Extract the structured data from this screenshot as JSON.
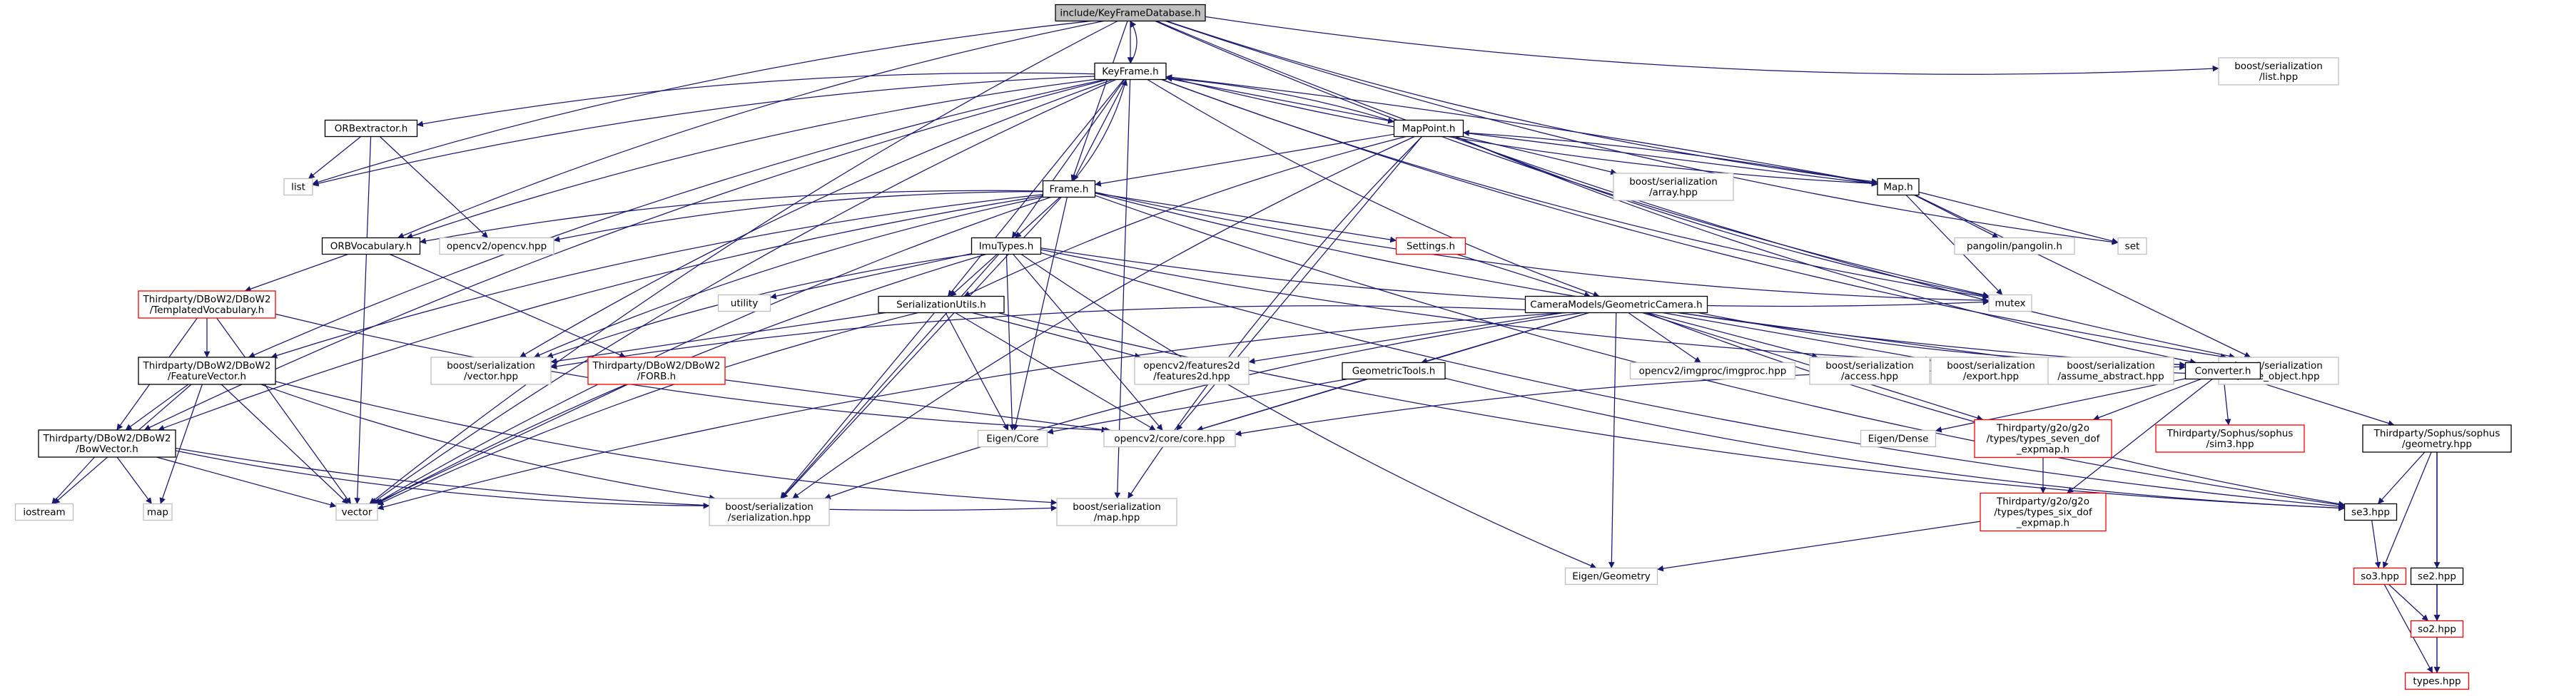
{
  "colors": {
    "edge": "#191970",
    "border_default": "#000000",
    "border_external": "#bfbfbf",
    "border_truncated": "#ff0000",
    "fill_root": "#bfbfbf",
    "fill_default": "#ffffff"
  },
  "nodes": [
    {
      "id": "root",
      "lines": [
        "include/KeyFrameDatabase.h"
      ],
      "kind": "root"
    },
    {
      "id": "keyframe",
      "lines": [
        "KeyFrame.h"
      ],
      "kind": "default"
    },
    {
      "id": "list_hpp",
      "lines": [
        "boost/serialization",
        "/list.hpp"
      ],
      "kind": "external"
    },
    {
      "id": "orbextractor",
      "lines": [
        "ORBextractor.h"
      ],
      "kind": "default"
    },
    {
      "id": "list",
      "lines": [
        "list"
      ],
      "kind": "external"
    },
    {
      "id": "mappoint",
      "lines": [
        "MapPoint.h"
      ],
      "kind": "default"
    },
    {
      "id": "array_hpp",
      "lines": [
        "boost/serialization",
        "/array.hpp"
      ],
      "kind": "external"
    },
    {
      "id": "map_h",
      "lines": [
        "Map.h"
      ],
      "kind": "default"
    },
    {
      "id": "pangolin",
      "lines": [
        "pangolin/pangolin.h"
      ],
      "kind": "external"
    },
    {
      "id": "set",
      "lines": [
        "set"
      ],
      "kind": "external"
    },
    {
      "id": "frame",
      "lines": [
        "Frame.h"
      ],
      "kind": "default"
    },
    {
      "id": "orbvocab",
      "lines": [
        "ORBVocabulary.h"
      ],
      "kind": "default"
    },
    {
      "id": "opencv",
      "lines": [
        "opencv2/opencv.hpp"
      ],
      "kind": "external"
    },
    {
      "id": "settings",
      "lines": [
        "Settings.h"
      ],
      "kind": "truncated"
    },
    {
      "id": "imutypes",
      "lines": [
        "ImuTypes.h"
      ],
      "kind": "default"
    },
    {
      "id": "mutex",
      "lines": [
        "mutex"
      ],
      "kind": "external"
    },
    {
      "id": "utility",
      "lines": [
        "utility"
      ],
      "kind": "external"
    },
    {
      "id": "templvocab",
      "lines": [
        "Thirdparty/DBoW2/DBoW2",
        "/TemplatedVocabulary.h"
      ],
      "kind": "truncated"
    },
    {
      "id": "serutils",
      "lines": [
        "SerializationUtils.h"
      ],
      "kind": "default"
    },
    {
      "id": "cammodels",
      "lines": [
        "CameraModels/GeometricCamera.h"
      ],
      "kind": "default"
    },
    {
      "id": "featvector",
      "lines": [
        "Thirdparty/DBoW2/DBoW2",
        "/FeatureVector.h"
      ],
      "kind": "default"
    },
    {
      "id": "vector_hpp",
      "lines": [
        "boost/serialization",
        "/vector.hpp"
      ],
      "kind": "external"
    },
    {
      "id": "forb",
      "lines": [
        "Thirdparty/DBoW2/DBoW2",
        "/FORB.h"
      ],
      "kind": "truncated"
    },
    {
      "id": "features2d",
      "lines": [
        "opencv2/features2d",
        "/features2d.hpp"
      ],
      "kind": "external"
    },
    {
      "id": "geomtools",
      "lines": [
        "GeometricTools.h"
      ],
      "kind": "default"
    },
    {
      "id": "imgproc",
      "lines": [
        "opencv2/imgproc/imgproc.hpp"
      ],
      "kind": "external"
    },
    {
      "id": "access",
      "lines": [
        "boost/serialization",
        "/access.hpp"
      ],
      "kind": "external"
    },
    {
      "id": "export",
      "lines": [
        "boost/serialization",
        "/export.hpp"
      ],
      "kind": "external"
    },
    {
      "id": "assume",
      "lines": [
        "boost/serialization",
        "/assume_abstract.hpp"
      ],
      "kind": "external"
    },
    {
      "id": "base_object",
      "lines": [
        "boost/serialization",
        "/base_object.hpp"
      ],
      "kind": "external"
    },
    {
      "id": "converter",
      "lines": [
        "Converter.h"
      ],
      "kind": "default"
    },
    {
      "id": "bowvector",
      "lines": [
        "Thirdparty/DBoW2/DBoW2",
        "/BowVector.h"
      ],
      "kind": "default"
    },
    {
      "id": "eigencore",
      "lines": [
        "Eigen/Core"
      ],
      "kind": "external"
    },
    {
      "id": "cvcore",
      "lines": [
        "opencv2/core/core.hpp"
      ],
      "kind": "external"
    },
    {
      "id": "eigendense",
      "lines": [
        "Eigen/Dense"
      ],
      "kind": "external"
    },
    {
      "id": "sevendof",
      "lines": [
        "Thirdparty/g2o/g2o",
        "/types/types_seven_dof",
        "_expmap.h"
      ],
      "kind": "truncated"
    },
    {
      "id": "sim3",
      "lines": [
        "Thirdparty/Sophus/sophus",
        "/sim3.hpp"
      ],
      "kind": "truncated"
    },
    {
      "id": "geometry",
      "lines": [
        "Thirdparty/Sophus/sophus",
        "/geometry.hpp"
      ],
      "kind": "default"
    },
    {
      "id": "iostream",
      "lines": [
        "iostream"
      ],
      "kind": "external"
    },
    {
      "id": "map",
      "lines": [
        "map"
      ],
      "kind": "external"
    },
    {
      "id": "vector",
      "lines": [
        "vector"
      ],
      "kind": "external"
    },
    {
      "id": "serialization",
      "lines": [
        "boost/serialization",
        "/serialization.hpp"
      ],
      "kind": "external"
    },
    {
      "id": "map_hpp",
      "lines": [
        "boost/serialization",
        "/map.hpp"
      ],
      "kind": "external"
    },
    {
      "id": "sixdof",
      "lines": [
        "Thirdparty/g2o/g2o",
        "/types/types_six_dof",
        "_expmap.h"
      ],
      "kind": "truncated"
    },
    {
      "id": "se3",
      "lines": [
        "se3.hpp"
      ],
      "kind": "default"
    },
    {
      "id": "so3",
      "lines": [
        "so3.hpp"
      ],
      "kind": "truncated"
    },
    {
      "id": "se2",
      "lines": [
        "se2.hpp"
      ],
      "kind": "default"
    },
    {
      "id": "eigengeom",
      "lines": [
        "Eigen/Geometry"
      ],
      "kind": "external"
    },
    {
      "id": "so2",
      "lines": [
        "so2.hpp"
      ],
      "kind": "truncated"
    },
    {
      "id": "types",
      "lines": [
        "types.hpp"
      ],
      "kind": "truncated"
    }
  ],
  "edges": [
    [
      "root",
      "keyframe"
    ],
    [
      "root",
      "list_hpp"
    ],
    [
      "root",
      "list"
    ],
    [
      "root",
      "map_h"
    ],
    [
      "root",
      "set"
    ],
    [
      "root",
      "frame"
    ],
    [
      "root",
      "orbvocab"
    ],
    [
      "root",
      "mutex"
    ],
    [
      "root",
      "vector"
    ],
    [
      "root",
      "base_object"
    ],
    [
      "keyframe",
      "root"
    ],
    [
      "keyframe",
      "orbextractor"
    ],
    [
      "keyframe",
      "list"
    ],
    [
      "keyframe",
      "mappoint"
    ],
    [
      "keyframe",
      "map_h"
    ],
    [
      "keyframe",
      "frame"
    ],
    [
      "keyframe",
      "orbvocab"
    ],
    [
      "keyframe",
      "imutypes"
    ],
    [
      "keyframe",
      "mutex"
    ],
    [
      "keyframe",
      "serutils"
    ],
    [
      "keyframe",
      "cammodels"
    ],
    [
      "keyframe",
      "featvector"
    ],
    [
      "keyframe",
      "bowvector"
    ],
    [
      "keyframe",
      "vector_hpp"
    ],
    [
      "keyframe",
      "map_hpp"
    ],
    [
      "keyframe",
      "base_object"
    ],
    [
      "keyframe",
      "vector"
    ],
    [
      "orbextractor",
      "list"
    ],
    [
      "orbextractor",
      "opencv"
    ],
    [
      "orbextractor",
      "vector"
    ],
    [
      "mappoint",
      "keyframe"
    ],
    [
      "mappoint",
      "frame"
    ],
    [
      "mappoint",
      "map_h"
    ],
    [
      "mappoint",
      "array_hpp"
    ],
    [
      "mappoint",
      "mutex"
    ],
    [
      "mappoint",
      "serutils"
    ],
    [
      "mappoint",
      "serialization"
    ],
    [
      "mappoint",
      "cvcore"
    ],
    [
      "mappoint",
      "map_hpp"
    ],
    [
      "mappoint",
      "converter"
    ],
    [
      "map_h",
      "mappoint"
    ],
    [
      "map_h",
      "keyframe"
    ],
    [
      "map_h",
      "pangolin"
    ],
    [
      "map_h",
      "set"
    ],
    [
      "map_h",
      "mutex"
    ],
    [
      "map_h",
      "base_object"
    ],
    [
      "frame",
      "imutypes"
    ],
    [
      "frame",
      "orbvocab"
    ],
    [
      "frame",
      "opencv"
    ],
    [
      "frame",
      "settings"
    ],
    [
      "frame",
      "mutex"
    ],
    [
      "frame",
      "featvector"
    ],
    [
      "frame",
      "bowvector"
    ],
    [
      "frame",
      "vector"
    ],
    [
      "frame",
      "eigencore"
    ],
    [
      "frame",
      "serialization"
    ],
    [
      "frame",
      "converter"
    ],
    [
      "frame",
      "se3"
    ],
    [
      "frame",
      "vector_hpp"
    ],
    [
      "frame",
      "keyframe"
    ],
    [
      "orbvocab",
      "templvocab"
    ],
    [
      "orbvocab",
      "forb"
    ],
    [
      "settings",
      "cammodels"
    ],
    [
      "imutypes",
      "utility"
    ],
    [
      "imutypes",
      "serutils"
    ],
    [
      "imutypes",
      "mutex"
    ],
    [
      "imutypes",
      "vector"
    ],
    [
      "imutypes",
      "eigencore"
    ],
    [
      "imutypes",
      "cvcore"
    ],
    [
      "imutypes",
      "serialization"
    ],
    [
      "imutypes",
      "vector_hpp"
    ],
    [
      "imutypes",
      "eigengeom"
    ],
    [
      "imutypes",
      "converter"
    ],
    [
      "imutypes",
      "se3"
    ],
    [
      "templvocab",
      "featvector"
    ],
    [
      "templvocab",
      "bowvector"
    ],
    [
      "templvocab",
      "vector"
    ],
    [
      "templvocab",
      "cvcore"
    ],
    [
      "serutils",
      "vector_hpp"
    ],
    [
      "serutils",
      "features2d"
    ],
    [
      "serutils",
      "cvcore"
    ],
    [
      "serutils",
      "eigencore"
    ],
    [
      "serutils",
      "serialization"
    ],
    [
      "serutils",
      "vector"
    ],
    [
      "serutils",
      "se3"
    ],
    [
      "cammodels",
      "vector_hpp"
    ],
    [
      "cammodels",
      "features2d"
    ],
    [
      "cammodels",
      "geomtools"
    ],
    [
      "cammodels",
      "imgproc"
    ],
    [
      "cammodels",
      "access"
    ],
    [
      "cammodels",
      "export"
    ],
    [
      "cammodels",
      "assume"
    ],
    [
      "cammodels",
      "base_object"
    ],
    [
      "cammodels",
      "cvcore"
    ],
    [
      "cammodels",
      "serialization"
    ],
    [
      "cammodels",
      "vector"
    ],
    [
      "cammodels",
      "eigengeom"
    ],
    [
      "cammodels",
      "sevendof"
    ],
    [
      "cammodels",
      "se3"
    ],
    [
      "featvector",
      "bowvector"
    ],
    [
      "featvector",
      "iostream"
    ],
    [
      "featvector",
      "map"
    ],
    [
      "featvector",
      "vector"
    ],
    [
      "featvector",
      "serialization"
    ],
    [
      "featvector",
      "map_hpp"
    ],
    [
      "forb",
      "cvcore"
    ],
    [
      "forb",
      "vector"
    ],
    [
      "geomtools",
      "eigencore"
    ],
    [
      "geomtools",
      "cvcore"
    ],
    [
      "geomtools",
      "se3"
    ],
    [
      "converter",
      "eigendense"
    ],
    [
      "converter",
      "sevendof"
    ],
    [
      "converter",
      "sixdof"
    ],
    [
      "converter",
      "sim3"
    ],
    [
      "converter",
      "geometry"
    ],
    [
      "converter",
      "cvcore"
    ],
    [
      "bowvector",
      "iostream"
    ],
    [
      "bowvector",
      "map"
    ],
    [
      "bowvector",
      "vector"
    ],
    [
      "bowvector",
      "serialization"
    ],
    [
      "bowvector",
      "map_hpp"
    ],
    [
      "sevendof",
      "sixdof"
    ],
    [
      "sixdof",
      "eigengeom"
    ],
    [
      "geometry",
      "se3"
    ],
    [
      "geometry",
      "so3"
    ],
    [
      "geometry",
      "se2"
    ],
    [
      "geometry",
      "so2"
    ],
    [
      "geometry",
      "types"
    ],
    [
      "se3",
      "so3"
    ],
    [
      "so3",
      "so2"
    ],
    [
      "so3",
      "types"
    ],
    [
      "se2",
      "so2"
    ],
    [
      "so2",
      "types"
    ]
  ]
}
